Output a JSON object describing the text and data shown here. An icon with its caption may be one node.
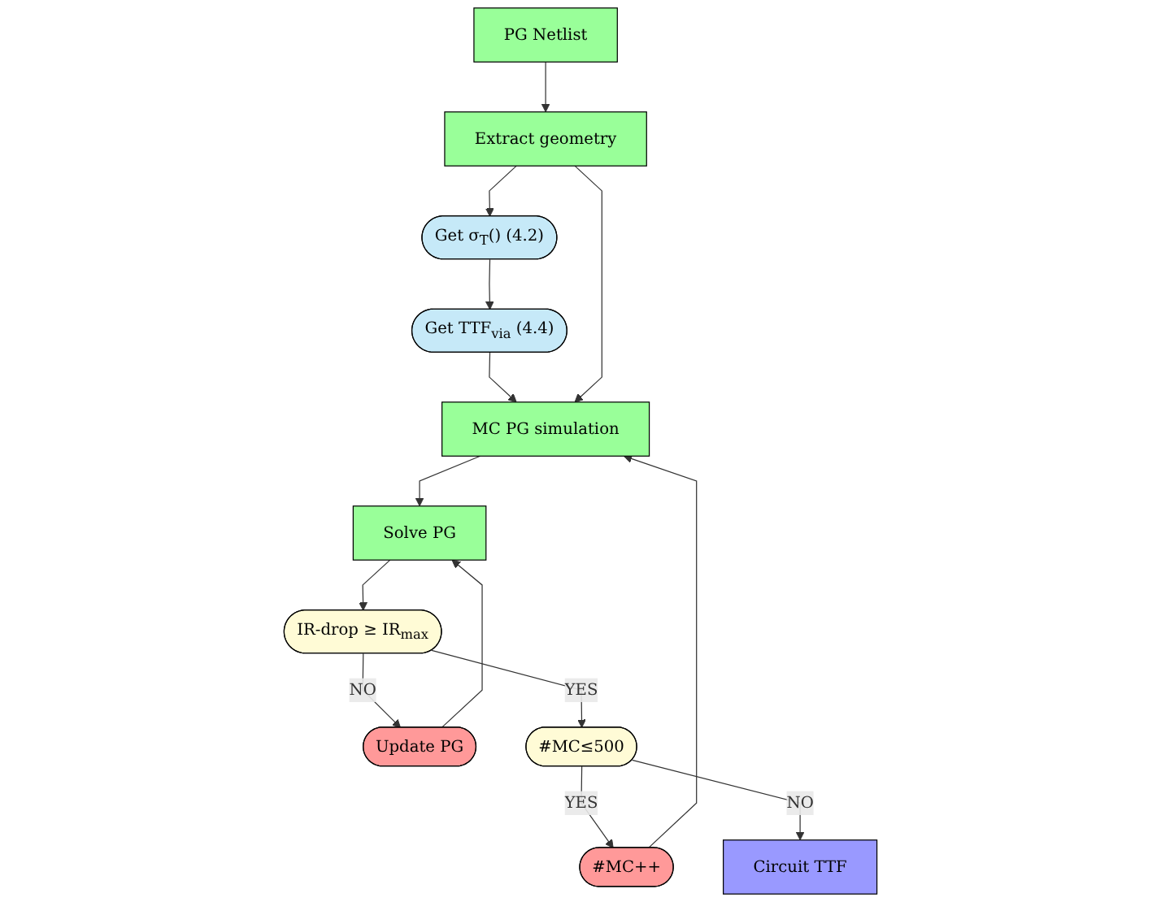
{
  "diagram": {
    "nodes": [
      {
        "text": [
          "PG Netlist"
        ]
      },
      {
        "text": [
          "Extract geometry"
        ]
      },
      {
        "text": [
          "Get σ$_{T}$() (4.2)"
        ]
      },
      {
        "text": [
          "#MC++"
        ]
      },
      {
        "text": [
          "MC PG simulation"
        ]
      },
      {
        "text": [
          "Get TTF$_{via}$ (4.4)"
        ]
      },
      {
        "text": [
          "Solve PG"
        ]
      },
      {
        "text": [
          "Update PG"
        ]
      },
      {
        "text": [
          "IR-drop ≥ IR$_{max}$"
        ]
      },
      {
        "text": [
          "#MC≤500"
        ]
      },
      {
        "text": [
          "Circuit TTF"
        ]
      }
    ],
    "edges": [
      {
        "from": 0,
        "to": 1,
        "arrow": "to"
      },
      {
        "from": 1,
        "to": 2,
        "arrow": "to"
      },
      {
        "from": 2,
        "to": 5,
        "arrow": "to"
      },
      {
        "from": 5,
        "to": 4,
        "arrow": "to"
      },
      {
        "from": 3,
        "to": 4,
        "arrow": "to"
      },
      {
        "from": 1,
        "to": 4,
        "arrow": "to"
      },
      {
        "from": 4,
        "to": 6,
        "arrow": "to"
      },
      {
        "from": 7,
        "to": 6,
        "arrow": "to"
      },
      {
        "from": 6,
        "to": 8,
        "arrow": "to"
      },
      {
        "from": 8,
        "to": 7,
        "arrow": "to",
        "label": "NO"
      },
      {
        "from": 8,
        "to": 9,
        "arrow": "to",
        "label": "YES"
      },
      {
        "from": 9,
        "to": 3,
        "arrow": "to",
        "label": "YES"
      },
      {
        "from": 9,
        "to": 10,
        "arrow": "to",
        "label": "NO"
      }
    ]
  }
}
